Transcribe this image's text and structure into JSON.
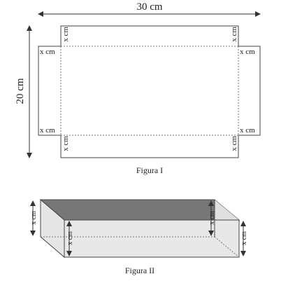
{
  "figure1": {
    "width_label": "30 cm",
    "height_label": "20 cm",
    "cut_label": "x cm",
    "caption": "Figura I"
  },
  "figure2": {
    "side_label": "x cm",
    "caption": "Figura II"
  },
  "colors": {
    "line": "#444444",
    "inner_top": "#777777",
    "faces": "#e4e4e4"
  }
}
